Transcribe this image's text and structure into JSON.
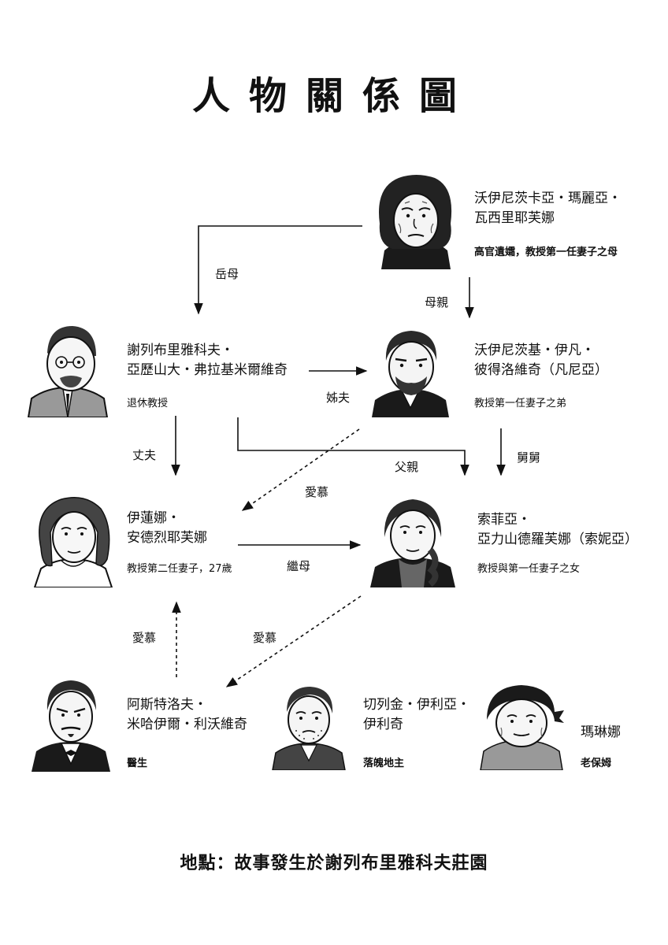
{
  "title": "人物關係圖",
  "characters": [
    {
      "name_line1": "沃伊尼茨卡亞・瑪麗亞・",
      "name_line2": "瓦西里耶芙娜",
      "role": "高官遺孀，教授第一任妻子之母"
    },
    {
      "name_line1": "謝列布里雅科夫・",
      "name_line2": "亞歷山大・弗拉基米爾維奇",
      "role": "退休教授"
    },
    {
      "name_line1": "沃伊尼茨基・伊凡・",
      "name_line2": "彼得洛維奇（凡尼亞）",
      "role": "教授第一任妻子之弟"
    },
    {
      "name_line1": "伊蓮娜・",
      "name_line2": "安德烈耶芙娜",
      "role": "教授第二任妻子，27歲"
    },
    {
      "name_line1": "索菲亞・",
      "name_line2": "亞力山德羅芙娜（索妮亞）",
      "role": "教授與第一任妻子之女"
    },
    {
      "name_line1": "阿斯特洛夫・",
      "name_line2": "米哈伊爾・利沃維奇",
      "role": "醫生"
    },
    {
      "name_line1": "切列金・伊利亞・",
      "name_line2": "伊利奇",
      "role": "落魄地主"
    },
    {
      "name_line1": "瑪琳娜",
      "name_line2": "",
      "role": "老保姆"
    }
  ],
  "relations": {
    "mother_in_law": "岳母",
    "mother": "母親",
    "brother_in_law": "姊夫",
    "husband": "丈夫",
    "father": "父親",
    "uncle": "舅舅",
    "admire_1": "愛慕",
    "stepmother": "繼母",
    "admire_2": "愛慕",
    "admire_3": "愛慕"
  },
  "footer": "地點：故事發生於謝列布里雅科夫莊園",
  "colors": {
    "ink": "#111111",
    "background": "#ffffff"
  }
}
